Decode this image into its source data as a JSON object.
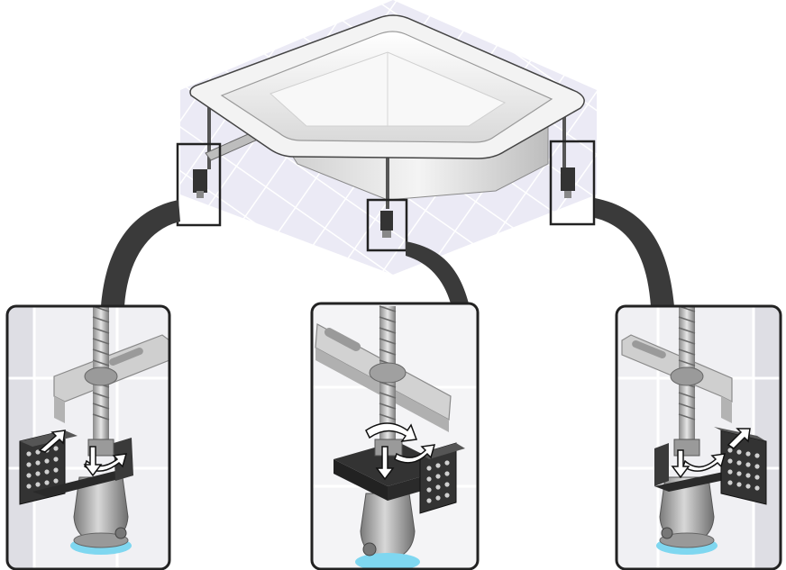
{
  "figure": {
    "subject": "corner-bathtub-leg-adjustment",
    "colors": {
      "outline": "#222222",
      "tub_rim": "#f2f2f2",
      "tub_inner": "#e6e6e6",
      "floor_tile": "#e9e8f4",
      "floor_grid": "#ffffff",
      "panel": "#e8e8e8",
      "bracket": "#333333",
      "foot": "#9c9c9c",
      "pad": "#7fd7f0",
      "arrow": "#ffffff"
    },
    "callouts": [
      {
        "name": "left-foot-detail",
        "icon": "u-bracket-with-rotation-arrows"
      },
      {
        "name": "center-foot-detail",
        "icon": "u-bracket-with-rotation-arrows"
      },
      {
        "name": "right-foot-detail",
        "icon": "u-bracket-with-rotation-arrows"
      }
    ]
  }
}
